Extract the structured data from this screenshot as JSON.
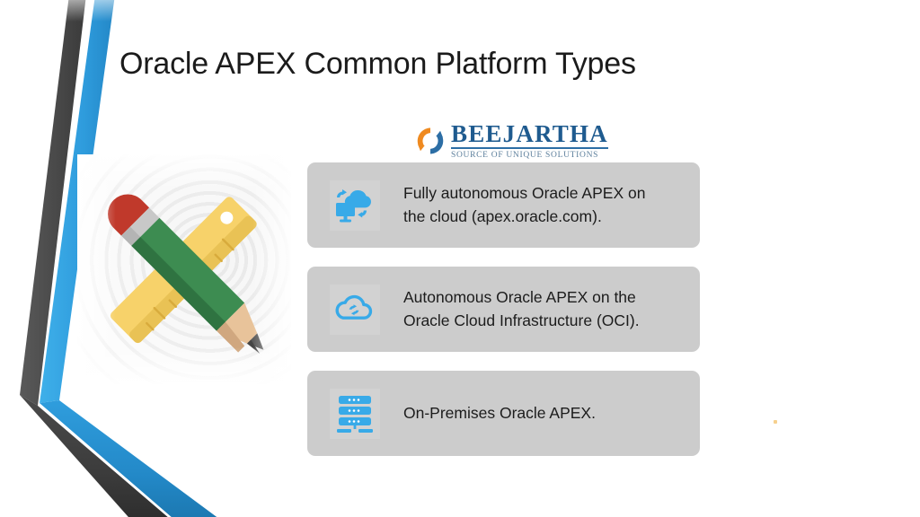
{
  "slide": {
    "title": "Oracle APEX Common Platform Types",
    "background_color": "#ffffff",
    "title_color": "#1b1b1b"
  },
  "decoration": {
    "chevron": {
      "name": "left-chevron-arrow",
      "dark_color": "#4d4d4d",
      "blue_color": "#2e9bdc",
      "blue_dark_color": "#1c7fbe",
      "dark_shadow_color": "#2f2f2f"
    },
    "speck": {
      "name": "decorative-speck",
      "color": "#f5c87a"
    }
  },
  "illustration": {
    "name": "pencil-and-ruler-illustration",
    "alt": "Green pencil crossed with a yellow ruler on a light gray concentric circle background",
    "colors": {
      "pencil_body": "#3d8c51",
      "pencil_body_shade": "#2f7341",
      "pencil_wood": "#e8c39a",
      "pencil_wood_shade": "#d0a77f",
      "pencil_tip": "#5a5a5a",
      "ferrule": "#c8c8c8",
      "eraser": "#c0392b",
      "ruler": "#f7d26a",
      "ruler_shade": "#e9c255",
      "ruler_mark": "#d8ab3c",
      "background": "#f2f2f2"
    }
  },
  "logo": {
    "name": "BEEJARTHA",
    "tagline": "SOURCE  OF UNIQUE SOLUTIONS",
    "mark": "refresh-cycle-icon",
    "name_color": "#1f5b8f",
    "tagline_color": "#5b7e9b",
    "mark_orange": "#ef8a20",
    "mark_blue": "#2c6ea5"
  },
  "cards": {
    "background_color": "#cccccc",
    "icon_color": "#38aae8",
    "text_color": "#1c1c1c",
    "items": [
      {
        "icon": "cloud-computing-icon",
        "line1": "Fully autonomous Oracle APEX on",
        "line2": "the cloud (apex.oracle.com)."
      },
      {
        "icon": "cloud-sync-icon",
        "line1": "Autonomous Oracle APEX on the",
        "line2": "Oracle Cloud Infrastructure (OCI)."
      },
      {
        "icon": "server-stack-icon",
        "line1": "On-Premises Oracle APEX.",
        "line2": ""
      }
    ]
  }
}
